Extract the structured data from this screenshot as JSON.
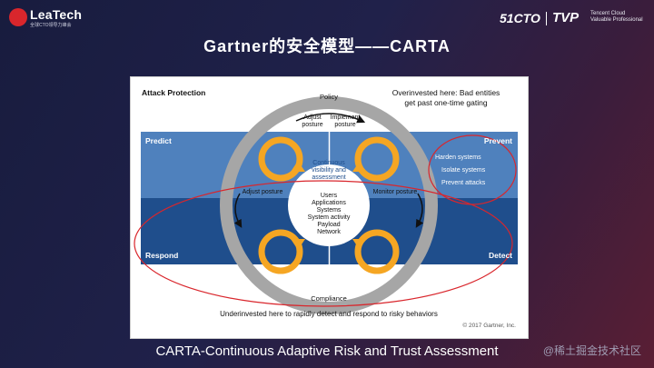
{
  "brand_left": {
    "name": "LeaTech",
    "sub": "全球CTO领导力峰会"
  },
  "brand_right": {
    "logo1": "51CTO",
    "logo2": "TVP",
    "logo2_sub_line1": "Tencent Cloud",
    "logo2_sub_line2": "Valuable Professional"
  },
  "slide_title": "Gartner的安全模型——CARTA",
  "diagram": {
    "heading": "Attack Protection",
    "overinvested_line1": "Overinvested here: Bad entities",
    "overinvested_line2": "get past one-time gating",
    "policy": "Policy",
    "compliance": "Compliance",
    "adjust_posture_top_line1": "Adjust",
    "adjust_posture_top_line2": "posture",
    "implement_posture_line1": "Implement",
    "implement_posture_line2": "posture",
    "predict": "Predict",
    "prevent": "Prevent",
    "respond": "Respond",
    "detect": "Detect",
    "continuous_line1": "Continuous",
    "continuous_line2": "visibility and",
    "continuous_line3": "assessment",
    "adjust_posture_left": "Adjust posture",
    "monitor_posture": "Monitor posture",
    "center_items": [
      "Users",
      "Applications",
      "Systems",
      "System activity",
      "Payload",
      "Network"
    ],
    "prevent_items": [
      "Harden systems",
      "Isolate systems",
      "Prevent attacks"
    ],
    "underinvested": "Underinvested here to rapidly detect and respond to risky behaviors",
    "copyright": "© 2017 Gartner, Inc.",
    "colors": {
      "top_band": "#4f81bd",
      "bottom_band": "#1f4e8c",
      "ring": "#a6a6a6",
      "arrow": "#f5a623",
      "highlight": "#d9262c"
    }
  },
  "caption": "CARTA-Continuous Adaptive Risk and Trust Assessment",
  "watermark": "@稀土掘金技术社区"
}
